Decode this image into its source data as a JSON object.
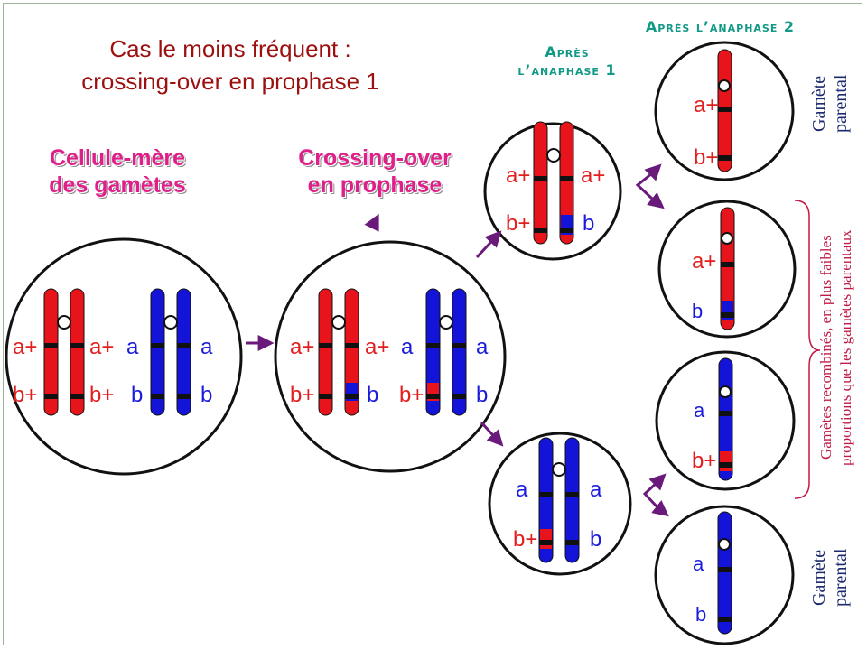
{
  "title": {
    "line1": "Cas le moins fréquent :",
    "line2": "crossing-over en prophase 1"
  },
  "labels": {
    "mother_cell": [
      "Cellule-mère",
      "des gamètes"
    ],
    "crossing_over": [
      "Crossing-over",
      "en prophase"
    ],
    "after_anaphase1": [
      "Après",
      "l’anaphase 1"
    ],
    "after_anaphase2": "Après l’anaphase 2",
    "parental_gamete": [
      "Gamète",
      "parental"
    ],
    "recombined_note": [
      "Gamètes recombinés, en plus faibles",
      "proportions que les gamètes parentaux"
    ]
  },
  "alleles": {
    "a_plus": "a+",
    "a": "a",
    "b_plus": "b+",
    "b": "b"
  },
  "colors": {
    "red_chromosome": "#e8141b",
    "blue_chromosome": "#1414d8",
    "band": "#111111",
    "arrow": "#6a1a7a",
    "title": "#9c1010",
    "stage_label": "#e0208a",
    "phase_label": "#129a86",
    "gamete_label": "#1c2a6e",
    "recombined_label": "#c21a46"
  }
}
